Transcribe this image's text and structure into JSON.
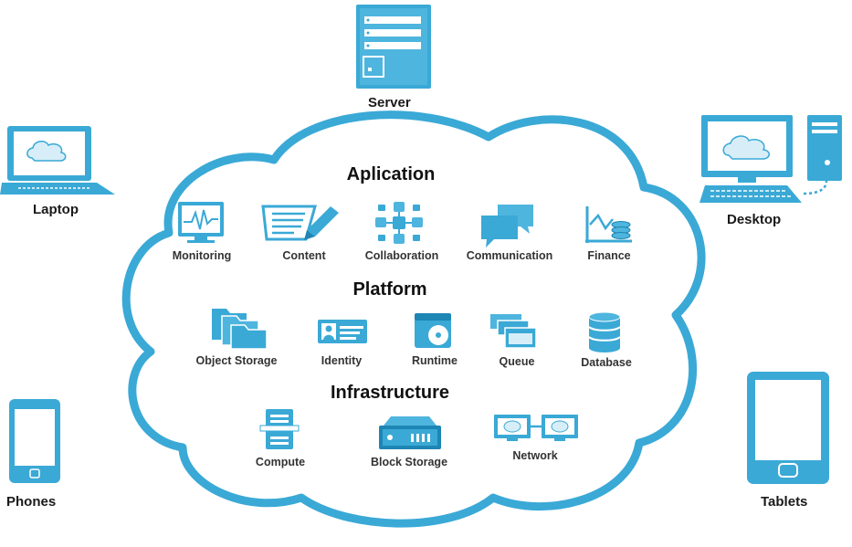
{
  "colors": {
    "accent": "#3aa9d6",
    "accent_dark": "#1d86b4",
    "accent_light": "#d7eef8",
    "text": "#1a1a1a"
  },
  "devices": {
    "server": "Server",
    "laptop": "Laptop",
    "desktop": "Desktop",
    "phones": "Phones",
    "tablets": "Tablets"
  },
  "cloud": {
    "application": {
      "title": "Aplication",
      "services": [
        "Monitoring",
        "Content",
        "Collaboration",
        "Communication",
        "Finance"
      ]
    },
    "platform": {
      "title": "Platform",
      "services": [
        "Object Storage",
        "Identity",
        "Runtime",
        "Queue",
        "Database"
      ]
    },
    "infrastructure": {
      "title": "Infrastructure",
      "services": [
        "Compute",
        "Block Storage",
        "Network"
      ]
    }
  },
  "icons": {
    "server": "server-rack-icon",
    "laptop": "laptop-cloud-icon",
    "desktop": "desktop-computer-icon",
    "phones": "smartphone-icon",
    "tablets": "tablet-icon",
    "monitoring": "monitor-chart-icon",
    "content": "document-pen-icon",
    "collaboration": "network-nodes-icon",
    "communication": "chat-bubbles-icon",
    "finance": "coins-chart-icon",
    "object_storage": "folders-icon",
    "identity": "id-card-icon",
    "runtime": "disc-case-icon",
    "queue": "stacked-windows-icon",
    "database": "database-cylinder-icon",
    "compute": "tower-server-icon",
    "block_storage": "storage-drive-icon",
    "network": "linked-monitors-icon"
  }
}
